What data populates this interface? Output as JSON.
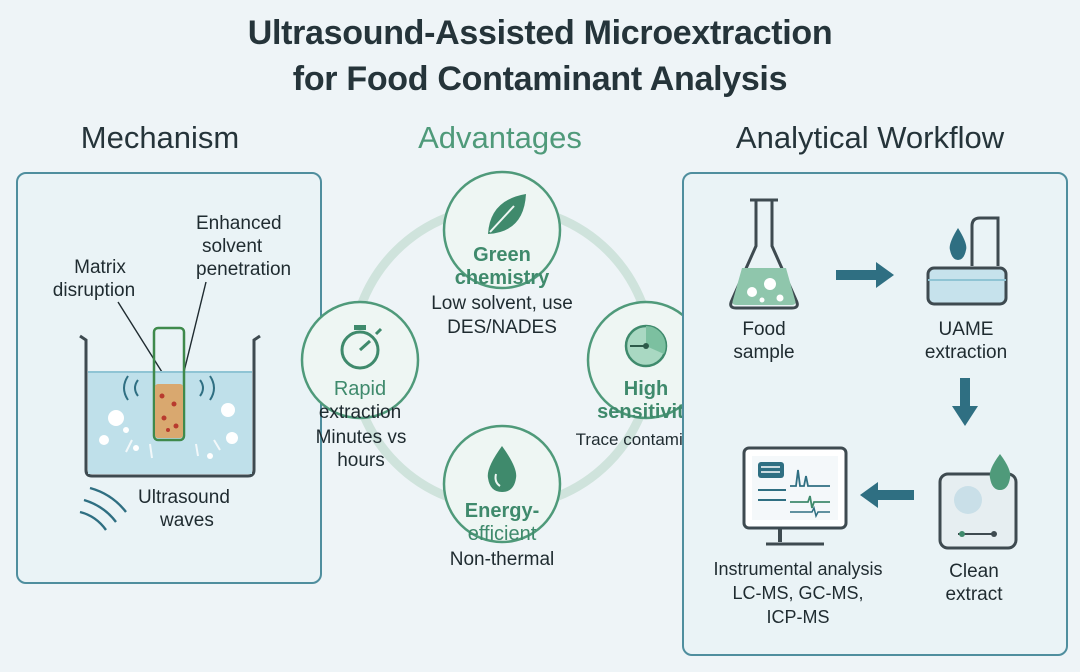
{
  "title": {
    "line1": "Ultrasound-Assisted Microextraction",
    "line2": "for Food Contaminant Analysis"
  },
  "mechanism": {
    "heading": "Mechanism",
    "label_enhanced_line1": "Enhanced",
    "label_enhanced_line2": "solvent",
    "label_enhanced_line3": "penetration",
    "label_matrix_line1": "Matrix",
    "label_matrix_line2": "disruption",
    "label_ultrasound_line1": "Ultrasound",
    "label_ultrasound_line2": "waves",
    "icons": [
      "beaker-icon",
      "sample-tube-icon",
      "sound-wave-icon"
    ]
  },
  "advantages": {
    "heading": "Advantages",
    "green": {
      "title_line1": "Green",
      "title_line2": "chemistry",
      "desc_line1": "Low solvent, use",
      "desc_line2": "DES/NADES",
      "icon": "leaf-icon"
    },
    "rapid": {
      "title_line1": "Rapid",
      "title_line2": "extraction",
      "desc_line1": "Minutes vs",
      "desc_line2": "hours",
      "icon": "stopwatch-icon"
    },
    "high": {
      "title_line1": "High",
      "title_line2": "sensitivity",
      "desc": "Trace contaminants",
      "icon": "pie-gauge-icon"
    },
    "energy": {
      "title_line1": "Energy-",
      "title_line2": "efficient",
      "desc": "Non-thermal",
      "icon": "droplet-icon"
    }
  },
  "workflow": {
    "heading": "Analytical Workflow",
    "food_line1": "Food",
    "food_line2": "sample",
    "uame_line1": "UAME",
    "uame_line2": "extraction",
    "clean_line1": "Clean",
    "clean_line2": "extract",
    "instr_line1": "Instrumental analysis",
    "instr_line2": "LC-MS, GC-MS,",
    "instr_line3": "ICP-MS",
    "icons": [
      "flask-icon",
      "ultrasonic-bath-icon",
      "vial-icon",
      "monitor-chromatogram-icon",
      "arrow-right-icon",
      "arrow-down-icon",
      "arrow-left-icon"
    ]
  },
  "colors": {
    "teal": "#2f6f82",
    "green": "#4f9a7a",
    "panel_border": "#4f8e9e"
  }
}
